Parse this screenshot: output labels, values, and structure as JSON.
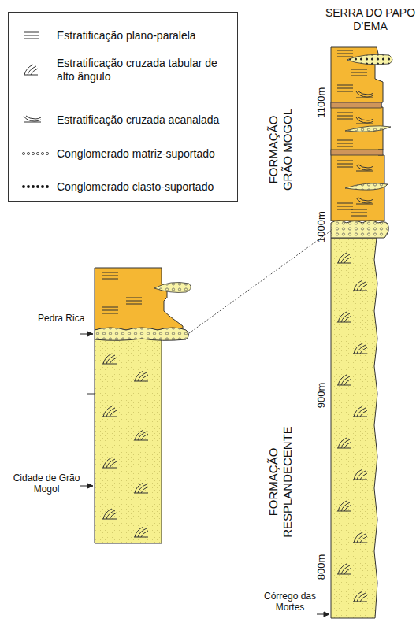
{
  "diagram": {
    "labels": [
      "SERRA DO PAPO D’EMA",
      "1100m",
      "FORMAÇÃO GRÃO MOGOL",
      "1000m",
      "900m",
      "FORMAÇÃO RESPLANDECENTE",
      "800m",
      "Córrego das Mortes",
      "Pedra Rica",
      "Cidade de Grão Mogol"
    ],
    "legend": [
      {
        "text": "Estratificação plano-paralela"
      },
      {
        "text": "Estratificação cruzada tabular de alto ângulo"
      },
      {
        "text": "Estratificação cruzada acanalada"
      },
      {
        "text": "Conglomerado matriz-suportado"
      },
      {
        "text": "Conglomerado clasto-suportado"
      }
    ]
  }
}
